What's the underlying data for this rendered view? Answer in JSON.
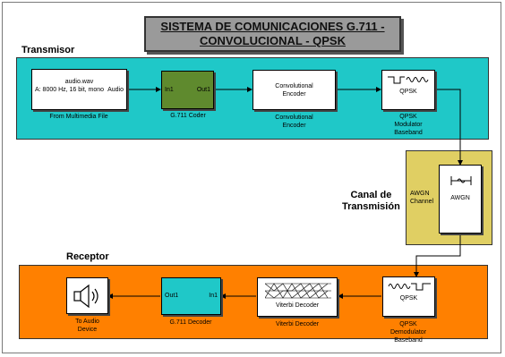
{
  "title": "SISTEMA DE COMUNICACIONES G.711 -\nCONVOLUCIONAL - QPSK",
  "sections": {
    "transmitter": "Transmisor",
    "channel": "Canal de\nTransmisión",
    "receiver": "Receptor"
  },
  "blocks": {
    "from_file": {
      "line1": "audio.wav",
      "line2": "A: 8000 Hz, 16 bit, mono",
      "port": "Audio",
      "caption": "From Multimedia File"
    },
    "g711_coder": {
      "in": "In1",
      "out": "Out1",
      "caption": "G.711 Coder"
    },
    "conv_encoder": {
      "text": "Convolutional\nEncoder",
      "caption": "Convolutional\nEncoder"
    },
    "qpsk_mod": {
      "text": "QPSK",
      "caption": "QPSK\nModulator\nBaseband"
    },
    "awgn": {
      "text": "AWGN",
      "side_label": "AWGN\nChannel"
    },
    "qpsk_demod": {
      "text": "QPSK",
      "caption": "QPSK\nDemodulator\nBaseband"
    },
    "viterbi": {
      "text": "Viterbi Decoder",
      "caption": "Viterbi Decoder"
    },
    "g711_decoder": {
      "out": "Out1",
      "in": "In1",
      "caption": "G.711 Decoder"
    },
    "audio_out": {
      "caption": "To Audio\nDevice"
    }
  },
  "colors": {
    "transmitter_bg": "#1fc8c8",
    "channel_bg": "#e0cf63",
    "receiver_bg": "#ff8000",
    "coder_bg": "#5f8a2e"
  }
}
